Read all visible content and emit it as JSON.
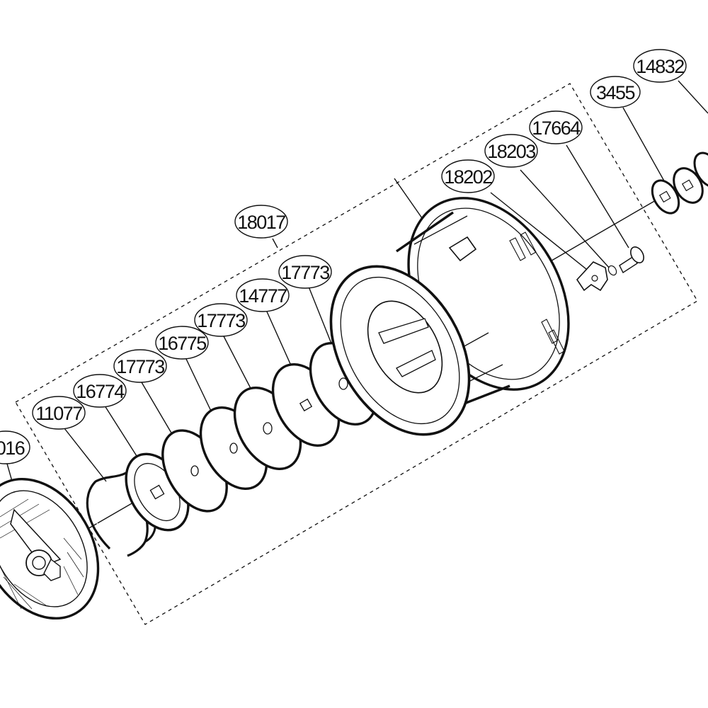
{
  "diagram": {
    "labels": [
      {
        "id": "p14832",
        "text": "14832"
      },
      {
        "id": "p3455",
        "text": "3455"
      },
      {
        "id": "p17664",
        "text": "17664"
      },
      {
        "id": "p18203",
        "text": "18203"
      },
      {
        "id": "p18202",
        "text": "18202"
      },
      {
        "id": "p18017",
        "text": "18017"
      },
      {
        "id": "p17773a",
        "text": "17773"
      },
      {
        "id": "p14777",
        "text": "14777"
      },
      {
        "id": "p17773b",
        "text": "17773"
      },
      {
        "id": "p16775",
        "text": "16775"
      },
      {
        "id": "p17773c",
        "text": "17773"
      },
      {
        "id": "p16774",
        "text": "16774"
      },
      {
        "id": "p11077",
        "text": "11077"
      },
      {
        "id": "p18016",
        "text": "016"
      }
    ],
    "colors": {
      "ink": "#111111",
      "paper": "#ffffff"
    }
  }
}
